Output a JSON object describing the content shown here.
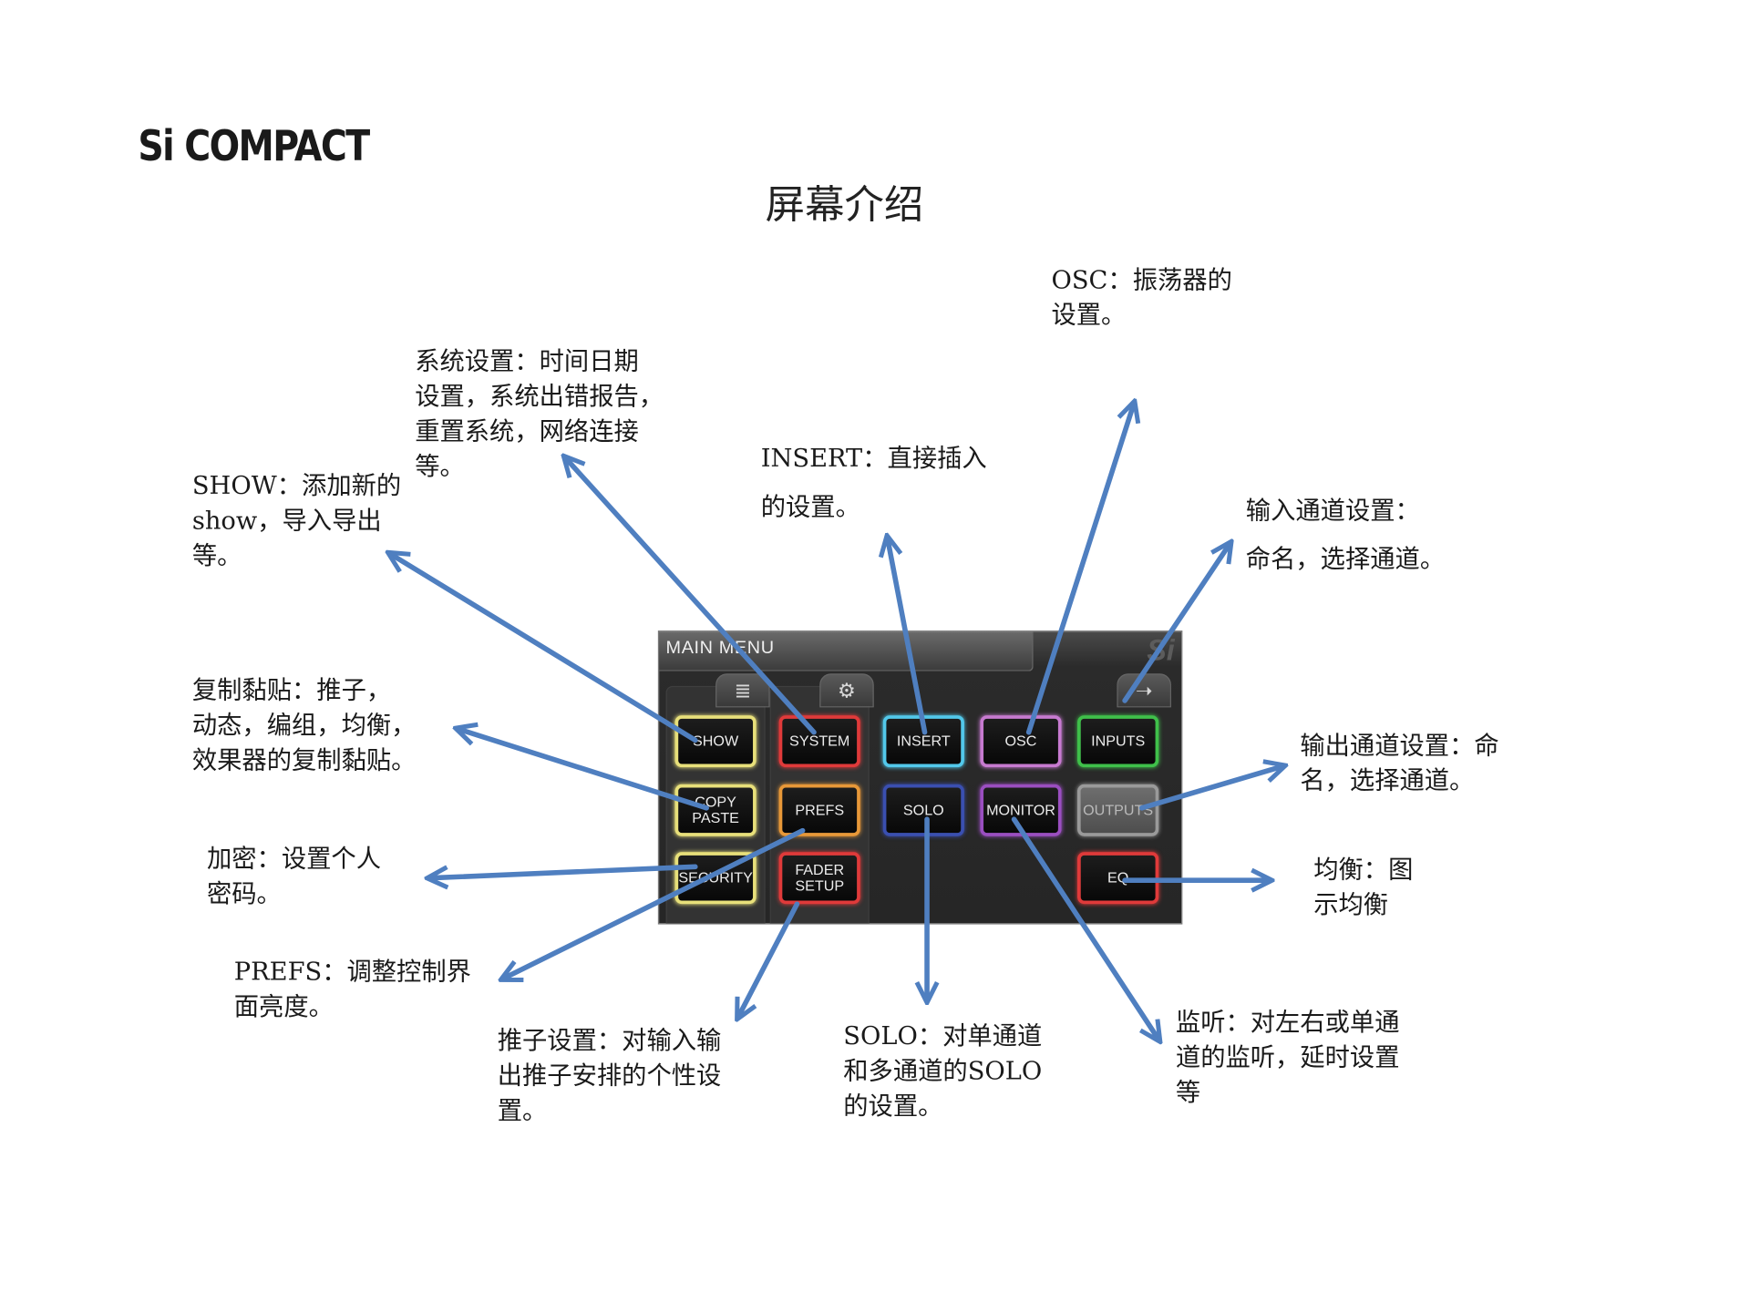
{
  "page": {
    "logo": "Si COMPACT",
    "title": "屏幕介绍"
  },
  "screen": {
    "header": "MAIN MENU",
    "brand": "Si",
    "tabs": {
      "show_icon": "≣",
      "system_icon": "⚙",
      "output_icon": "➝"
    },
    "buttons": {
      "show": "SHOW",
      "system": "SYSTEM",
      "insert": "INSERT",
      "osc": "OSC",
      "inputs": "INPUTS",
      "copy_paste": "COPY\nPASTE",
      "prefs": "PREFS",
      "solo": "SOLO",
      "monitor": "MONITOR",
      "outputs": "OUTPUTS",
      "security": "SECURITY",
      "fader_setup": "FADER\nSETUP",
      "eq": "EQ"
    },
    "colors": {
      "show": "#e8e07a",
      "system": "#e03a3a",
      "insert": "#52c8ea",
      "osc": "#c77ad0",
      "inputs": "#3fc04a",
      "copy_paste": "#e8e07a",
      "prefs": "#e89838",
      "solo": "#3a4fb0",
      "monitor": "#9a4ec0",
      "outputs": "#9a9a9a",
      "security": "#e8e07a",
      "fader_setup": "#e03a3a",
      "eq": "#e03a3a"
    }
  },
  "annotations": {
    "show": "SHOW：添加新的\nshow，导入导出\n等。",
    "system": "系统设置：时间日期\n设置，系统出错报告，\n重置系统，网络连接\n等。",
    "insert": "INSERT：直接插入\n的设置。",
    "osc": "OSC：振荡器的\n设置。",
    "inputs": "输入通道设置：\n命名，选择通道。",
    "copy_paste": "复制黏贴：推子，\n动态，编组，均衡，\n效果器的复制黏贴。",
    "outputs": "输出通道设置：命\n名，选择通道。",
    "security": "加密：设置个人\n密码。",
    "eq": "均衡：图\n示均衡",
    "prefs": "PREFS：调整控制界\n面亮度。",
    "fader_setup": "推子设置：对输入输\n出推子安排的个性设\n置。",
    "solo": "SOLO：对单通道\n和多通道的SOLO\n的设置。",
    "monitor": "监听：对左右或单通\n道的监听，延时设置\n等"
  },
  "style": {
    "arrow_color": "#4f7fc0"
  }
}
